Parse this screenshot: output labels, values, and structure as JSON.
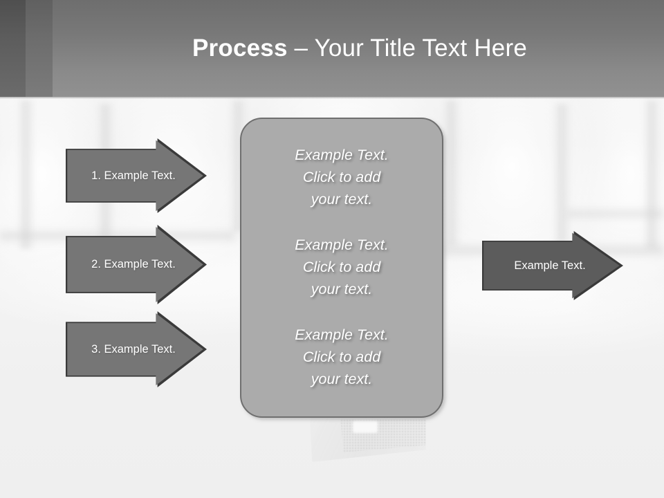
{
  "slide": {
    "title": {
      "bold_part": "Process",
      "rest_part": " – Your Title Text Here",
      "full": "Process – Your Title Text Here"
    },
    "colors": {
      "title_band_top": "#6e6e6e",
      "title_band_bottom": "#919191",
      "title_stripe_dark": "#4f4f4f",
      "title_stripe_mid": "#606060",
      "step_arrow_fill": "#7b7b7b",
      "result_arrow_fill": "#5c5c5c",
      "arrow_outline": "#3a3a3a",
      "panel_fill": "#ababab",
      "panel_border": "#6f6f6f",
      "text_white": "#ffffff",
      "background": "#f2f2f2"
    }
  },
  "steps": [
    {
      "label": "1. Example Text."
    },
    {
      "label": "2. Example Text."
    },
    {
      "label": "3. Example Text."
    }
  ],
  "centre_panel": {
    "blocks": [
      {
        "text": "Example Text.\nClick  to add\nyour text."
      },
      {
        "text": "Example Text.\nClick  to add\nyour text."
      },
      {
        "text": "Example Text.\nClick  to add\nyour text."
      }
    ]
  },
  "result": {
    "label": "Example Text."
  }
}
